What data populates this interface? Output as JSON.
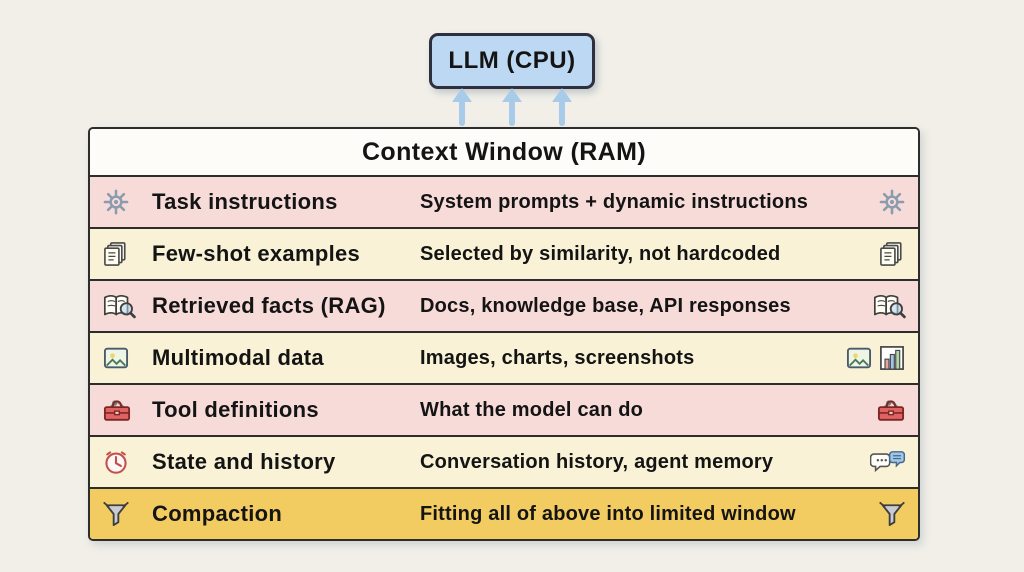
{
  "page": {
    "background": "#f1efe8"
  },
  "llm_box": {
    "label": "LLM (CPU)",
    "background": "#bcd8f2",
    "border": "#2e3040"
  },
  "arrows": {
    "color": "#a8cbe9",
    "count": 3,
    "direction": "up"
  },
  "context_table": {
    "header": "Context Window (RAM)",
    "header_background": "#fdfcf8",
    "rows": [
      {
        "label": "Task instructions",
        "description": "System prompts + dynamic instructions",
        "background": "#f7dbd9",
        "left_icon": "gear-icon",
        "right_icons": [
          "gear-icon"
        ]
      },
      {
        "label": "Few-shot examples",
        "description": "Selected by similarity, not hardcoded",
        "background": "#f9f2d6",
        "left_icon": "documents-icon",
        "right_icons": [
          "documents-icon"
        ]
      },
      {
        "label": "Retrieved facts (RAG)",
        "description": "Docs, knowledge base, API responses",
        "background": "#f7dbd9",
        "left_icon": "book-search-icon",
        "right_icons": [
          "book-search-icon"
        ]
      },
      {
        "label": "Multimodal data",
        "description": "Images, charts, screenshots",
        "background": "#f9f2d6",
        "left_icon": "image-icon",
        "right_icons": [
          "image-icon",
          "bar-chart-icon"
        ]
      },
      {
        "label": "Tool definitions",
        "description": "What the model can do",
        "background": "#f7dbd9",
        "left_icon": "toolbox-icon",
        "right_icons": [
          "toolbox-icon"
        ]
      },
      {
        "label": "State and history",
        "description": "Conversation history, agent memory",
        "background": "#f9f2d6",
        "left_icon": "clock-icon",
        "right_icons": [
          "speech-bubbles-icon"
        ]
      },
      {
        "label": "Compaction",
        "description": "Fitting all of above into limited window",
        "background": "#f2cc60",
        "left_icon": "funnel-icon",
        "right_icons": [
          "funnel-icon"
        ]
      }
    ]
  }
}
